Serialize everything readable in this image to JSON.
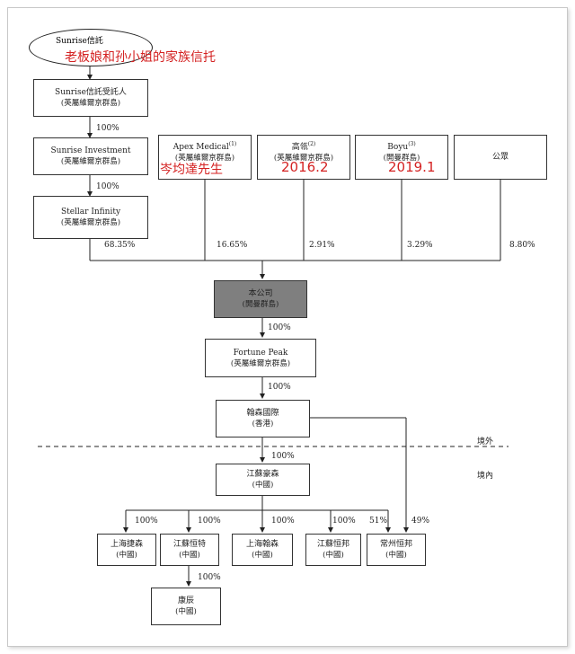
{
  "trust": {
    "name": "Sunrise信託",
    "annotation": "老板娘和孙小姐的家族信托"
  },
  "boxes": {
    "trustee": {
      "line1": "Sunrise信託受託人",
      "line2": "(英屬維爾京群島)"
    },
    "sunrise_investment": {
      "line1": "Sunrise Investment",
      "line2": "(英屬維爾京群島)"
    },
    "stellar_infinity": {
      "line1": "Stellar Infinity",
      "line2": "(英屬維爾京群島)"
    },
    "apex_medical": {
      "line1": "Apex Medical",
      "sup": "(1)",
      "line2": "(英屬維爾京群島)"
    },
    "gaoling": {
      "line1": "高瓴",
      "sup": "(2)",
      "line2": "(英屬維爾京群島)"
    },
    "boyu": {
      "line1": "Boyu",
      "sup": "(3)",
      "line2": "(開曼群島)"
    },
    "public": {
      "line1": "公眾"
    },
    "company": {
      "line1": "本公司",
      "line2": "(開曼群島)"
    },
    "fortune_peak": {
      "line1": "Fortune Peak",
      "line2": "(英屬維爾京群島)"
    },
    "hansen_intl": {
      "line1": "翰森國際",
      "line2": "(香港)"
    },
    "jiangsu_haosen": {
      "line1": "江蘇豪森",
      "line2": "(中國)"
    },
    "shanghai_jiesen": {
      "line1": "上海捷森",
      "line2": "(中國)"
    },
    "jiangsu_hengte": {
      "line1": "江蘇恒特",
      "line2": "(中國)"
    },
    "shanghai_hansen": {
      "line1": "上海翰森",
      "line2": "(中國)"
    },
    "jiangsu_hengbang": {
      "line1": "江蘇恒邦",
      "line2": "(中國)"
    },
    "changzhou_hengbang": {
      "line1": "常州恒邦",
      "line2": "(中國)"
    },
    "kangchen": {
      "line1": "康辰",
      "line2": "(中國)"
    }
  },
  "annotations": {
    "apex": "岑均達先生",
    "gaoling": "2016.2",
    "boyu": "2019.1"
  },
  "percentages": {
    "trustee_to_sunrise": "100%",
    "sunrise_to_stellar": "100%",
    "stellar": "68.35%",
    "apex": "16.65%",
    "gaoling": "2.91%",
    "boyu": "3.29%",
    "public": "8.80%",
    "company_to_fortune": "100%",
    "fortune_to_hansen": "100%",
    "hansen_to_jiangsu": "100%",
    "to_jiesen": "100%",
    "to_hengte": "100%",
    "to_shanghai_hansen": "100%",
    "to_jiangsu_hengbang": "100%",
    "to_changzhou_51": "51%",
    "to_changzhou_49": "49%",
    "hengte_to_kangchen": "100%"
  },
  "regions": {
    "offshore": "境外",
    "onshore": "境內"
  }
}
